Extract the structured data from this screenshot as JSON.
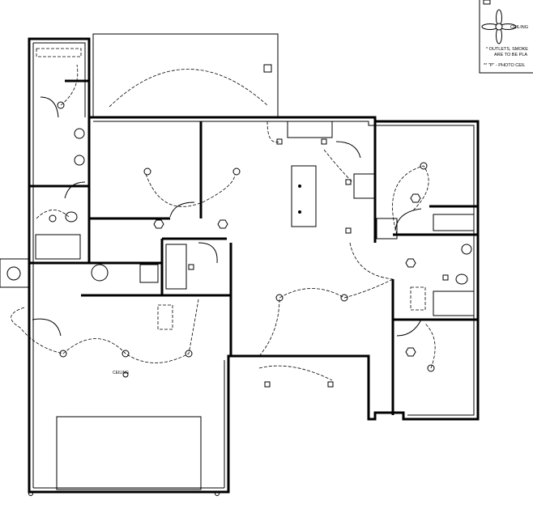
{
  "legend": {
    "ceiling_fan_label": "CEILING",
    "note1_line1": "* OUTLETS, SMOKE",
    "note1_line2": "ARE TO BE PLA",
    "note2": "** \"P\" - PHOTO CEIL"
  },
  "garage": {
    "ceiling_label": "CEILING"
  }
}
